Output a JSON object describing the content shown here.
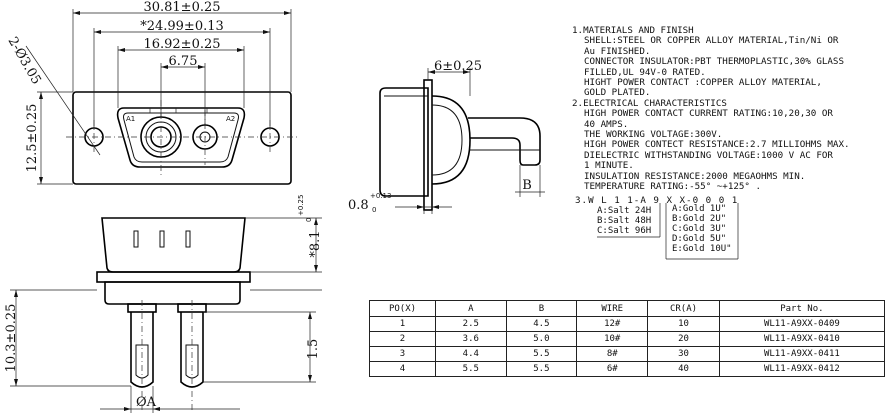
{
  "dimensions": {
    "overall_width": "30.81±0.25",
    "mount_hole_pitch": "*24.99±0.13",
    "shell_width": "16.92±0.25",
    "contact_pitch": "6.75",
    "mount_holes": "2-Ø3.05",
    "flange_height": "12.5±0.25",
    "flange_thickness": "6±0.25",
    "panel_thickness": "0.8",
    "panel_tol_upper": "+0.13",
    "panel_tol_lower": "0",
    "shell_height": "*8.1",
    "shell_tol_upper": "+0.25",
    "shell_tol_lower": "0",
    "tail_length": "10.3±0.25",
    "pin_height": "1.5",
    "contact_dia": "ØA",
    "bend_label": "B",
    "contact_label_a1": "A1",
    "contact_label_a2": "A2"
  },
  "specs": [
    {
      "text": "1.MATERIALS AND  FINISH",
      "indent": false
    },
    {
      "text": "SHELL:STEEL OR COPPER ALLOY MATERIAL,Tin/Ni OR",
      "indent": true
    },
    {
      "text": "Au FINISHED.",
      "indent": true
    },
    {
      "text": "CONNECTOR INSULATOR:PBT THERMOPLASTIC,30% GLASS",
      "indent": true
    },
    {
      "text": "FILLED,UL 94V-0 RATED.",
      "indent": true
    },
    {
      "text": "HIGHT POWER CONTACT :COPPER ALLOY MATERIAL,",
      "indent": true
    },
    {
      "text": "GOLD PLATED.",
      "indent": true
    },
    {
      "text": "2.ELECTRICAL CHARACTERISTICS",
      "indent": false
    },
    {
      "text": "HIGH POWER CONTACT CURRENT RATING:10,20,30 OR",
      "indent": true
    },
    {
      "text": "40 AMPS.",
      "indent": true
    },
    {
      "text": "THE WORKING VOLTAGE:300V.",
      "indent": true
    },
    {
      "text": "HIGH POWER CONTECT RESISTANCE:2.7 MILLIOHMS MAX.",
      "indent": true
    },
    {
      "text": "DIELECTRIC WITHSTANDING VOLTAGE:1000 V AC FOR",
      "indent": true
    },
    {
      "text": "1 MINUTE.",
      "indent": true
    },
    {
      "text": "INSULATION RESISTANCE:2000 MEGAOHMS MIN.",
      "indent": true
    },
    {
      "text": "TEMPERATURE RATING:-55° ~+125° .",
      "indent": true
    }
  ],
  "part_code": "3.W L 1 1-A 9 X X-0 0 0 1",
  "salt_options": [
    "A:Salt 24H",
    "B:Salt 48H",
    "C:Salt 96H"
  ],
  "gold_options": [
    "A:Gold 1U\"",
    "B:Gold 2U\"",
    "C:Gold 3U\"",
    "D:Gold 5U\"",
    "E:Gold 10U\""
  ],
  "table": {
    "headers": [
      "PO(X)",
      "A",
      "B",
      "WIRE",
      "CR(A)",
      "Part  No."
    ],
    "rows": [
      [
        "1",
        "2.5",
        "4.5",
        "12#",
        "10",
        "WL11-A9XX-0409"
      ],
      [
        "2",
        "3.6",
        "5.0",
        "10#",
        "20",
        "WL11-A9XX-0410"
      ],
      [
        "3",
        "4.4",
        "5.5",
        "8#",
        "30",
        "WL11-A9XX-0411"
      ],
      [
        "4",
        "5.5",
        "5.5",
        "6#",
        "40",
        "WL11-A9XX-0412"
      ]
    ]
  }
}
